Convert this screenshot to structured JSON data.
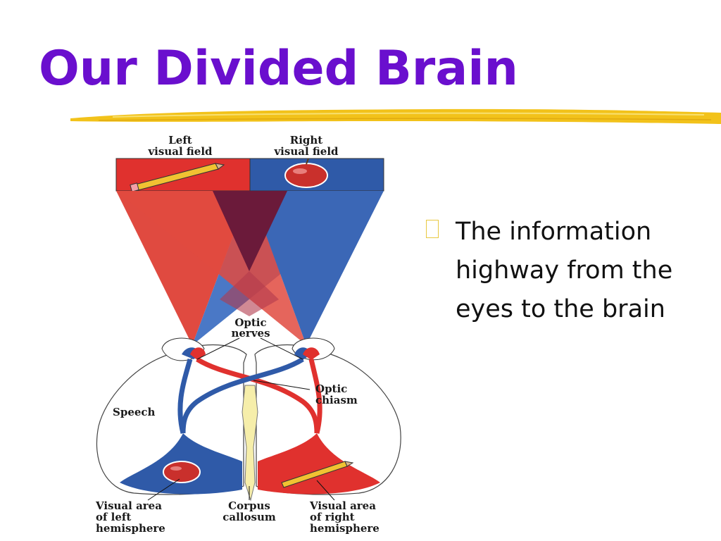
{
  "slide": {
    "title": "Our Divided Brain",
    "bullets": [
      {
        "text": "The information highway from the eyes to the brain"
      }
    ]
  },
  "diagram": {
    "labels": {
      "left_field_1": "Left",
      "left_field_2": "visual field",
      "right_field_1": "Right",
      "right_field_2": "visual field",
      "optic_nerves_1": "Optic",
      "optic_nerves_2": "nerves",
      "optic_chiasm_1": "Optic",
      "optic_chiasm_2": "chiasm",
      "speech": "Speech",
      "visual_left_1": "Visual area",
      "visual_left_2": "of left",
      "visual_left_3": "hemisphere",
      "corpus_1": "Corpus",
      "corpus_2": "callosum",
      "visual_right_1": "Visual area",
      "visual_right_2": "of right",
      "visual_right_3": "hemisphere"
    },
    "icons": {
      "left_field_object": "pencil-icon",
      "right_field_object": "apple-icon"
    }
  },
  "colors": {
    "title": "#6a0fce",
    "underline": "#f2c21a",
    "left_field": "#e0312e",
    "right_field": "#2f5aa8",
    "overlap": "#6b1a3a",
    "corpus": "#f6eeaa"
  }
}
